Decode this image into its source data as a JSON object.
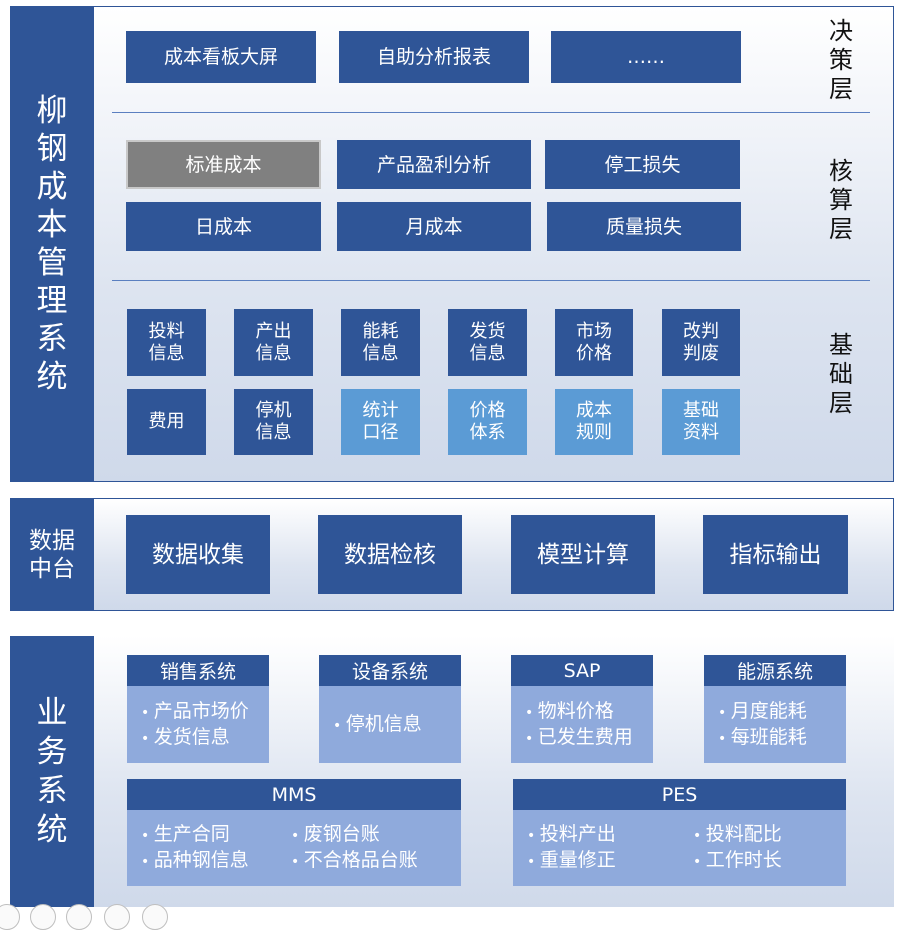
{
  "system_title": "柳钢成本管理系统",
  "layers": {
    "decision": "决策层",
    "accounting": "核算层",
    "base": "基础层"
  },
  "decision_items": [
    "成本看板大屏",
    "自助分析报表",
    "……"
  ],
  "accounting_items": [
    "标准成本",
    "产品盈利分析",
    "停工损失",
    "日成本",
    "月成本",
    "质量损失"
  ],
  "base_items": [
    "投料信息",
    "产出信息",
    "能耗信息",
    "发货信息",
    "市场价格",
    "改判判废",
    "费用",
    "停机信息",
    "统计口径",
    "价格体系",
    "成本规则",
    "基础资料"
  ],
  "middle": {
    "title": "数据中台",
    "items": [
      "数据收集",
      "数据检核",
      "模型计算",
      "指标输出"
    ]
  },
  "business": {
    "title": "业务系统",
    "systems": [
      {
        "name": "销售系统",
        "items": [
          "产品市场价",
          "发货信息"
        ]
      },
      {
        "name": "设备系统",
        "items": [
          "停机信息"
        ]
      },
      {
        "name": "SAP",
        "items": [
          "物料价格",
          "已发生费用"
        ]
      },
      {
        "name": "能源系统",
        "items": [
          "月度能耗",
          "每班能耗"
        ]
      }
    ],
    "wide": [
      {
        "name": "MMS",
        "left": [
          "生产合同",
          "品种钢信息"
        ],
        "right": [
          "废钢台账",
          "不合格品台账"
        ]
      },
      {
        "name": "PES",
        "left": [
          "投料产出",
          "重量修正"
        ],
        "right": [
          "投料配比",
          "工作时长"
        ]
      }
    ]
  },
  "colors": {
    "dark_blue": "#2f5597",
    "light_blue": "#5b9bd5",
    "body_blue": "#8faadc",
    "gray": "#808080"
  }
}
